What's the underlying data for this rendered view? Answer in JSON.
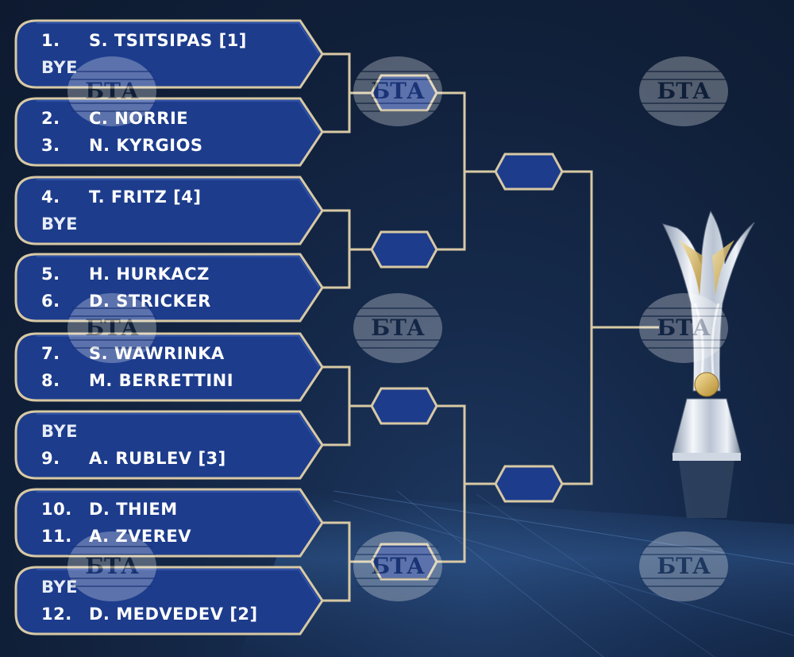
{
  "bracket": {
    "slots": [
      {
        "line1": {
          "num": "1.",
          "name": "S. TSITSIPAS [1]"
        },
        "line2": {
          "num": "",
          "name": "BYE"
        }
      },
      {
        "line1": {
          "num": "2.",
          "name": "C. NORRIE"
        },
        "line2": {
          "num": "3.",
          "name": "N. KYRGIOS"
        }
      },
      {
        "line1": {
          "num": "4.",
          "name": "T. FRITZ [4]"
        },
        "line2": {
          "num": "",
          "name": "BYE"
        }
      },
      {
        "line1": {
          "num": "5.",
          "name": "H. HURKACZ"
        },
        "line2": {
          "num": "6.",
          "name": "D. STRICKER"
        }
      },
      {
        "line1": {
          "num": "7.",
          "name": "S. WAWRINKA"
        },
        "line2": {
          "num": "8.",
          "name": "M. BERRETTINI"
        }
      },
      {
        "line1": {
          "num": "",
          "name": "BYE"
        },
        "line2": {
          "num": "9.",
          "name": "A. RUBLEV [3]"
        }
      },
      {
        "line1": {
          "num": "10.",
          "name": "D. THIEM"
        },
        "line2": {
          "num": "11.",
          "name": "A. ZVEREV"
        }
      },
      {
        "line1": {
          "num": "",
          "name": "BYE"
        },
        "line2": {
          "num": "12.",
          "name": "D. MEDVEDEV [2]"
        }
      }
    ]
  },
  "watermark": {
    "text": "БТА"
  },
  "colors": {
    "slot_fill": "#1d3c8c",
    "slot_border": "#d8c9a4",
    "connector": "#d8c9a4",
    "background": "#101f38"
  }
}
